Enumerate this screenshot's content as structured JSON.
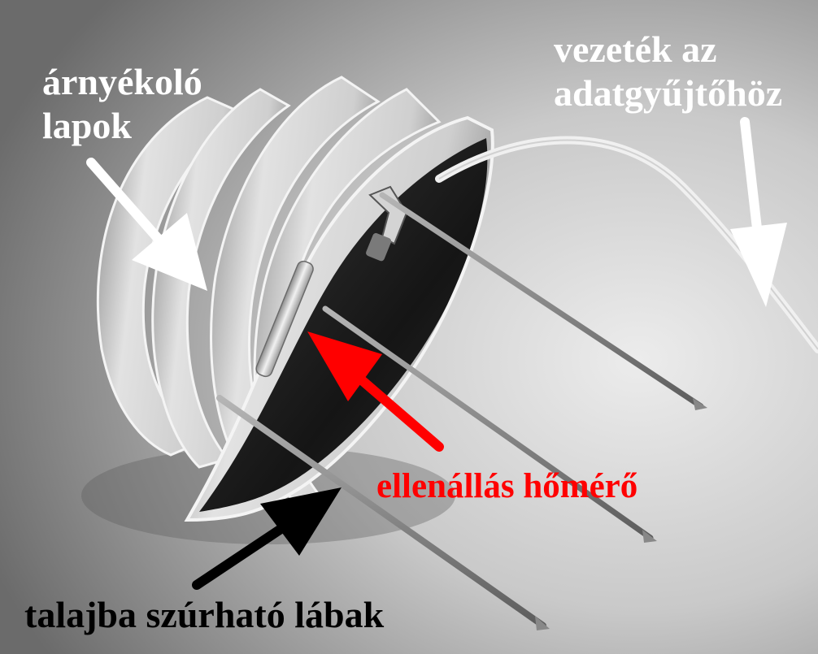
{
  "annotations": {
    "shield": {
      "lines": [
        "árnyékoló",
        "lapok"
      ],
      "color": "#ffffff"
    },
    "wire": {
      "lines": [
        "vezeték az",
        "adatgyűjtőhöz"
      ],
      "color": "#ffffff"
    },
    "thermometer": {
      "text": "ellenállás hőmérő",
      "color": "#ff0000"
    },
    "legs": {
      "text": "talajba szúrható lábak",
      "color": "#000000"
    }
  },
  "colors": {
    "background_light": "#e6e6e6",
    "background_dark": "#6e6e6e",
    "shield_plate": "#d9d9d9",
    "shield_inner": "#1e1e1e",
    "metal_leg": "#7a7a7a",
    "cable": "#e8e8e8"
  }
}
